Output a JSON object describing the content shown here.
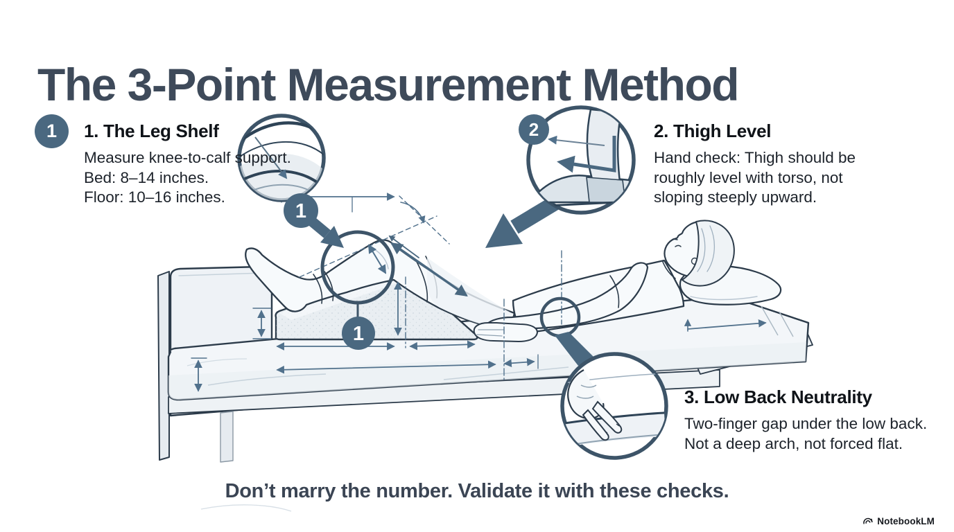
{
  "title": "The 3-Point Measurement Method",
  "sections": {
    "s1": {
      "badge": "1",
      "heading": "1. The Leg Shelf",
      "line1": "Measure knee-to-calf support.",
      "line2": "Bed: 8–14 inches.",
      "line3": "Floor: 10–16 inches."
    },
    "s2": {
      "heading": "2. Thigh Level",
      "line1": "Hand check: Thigh should be",
      "line2": "roughly level with torso, not",
      "line3": "sloping steeply upward."
    },
    "s3": {
      "heading": "3. Low Back Neutrality",
      "line1": "Two-finger gap under the low back.",
      "line2": "Not a deep arch, not forced flat."
    }
  },
  "caption": "Don’t marry the number. Validate it with these checks.",
  "branding": {
    "logo_text": "NotebookLM"
  },
  "diagram": {
    "magnifier1_badge": "1",
    "knee_badge": "1",
    "magnifier2_badge": "2",
    "colors": {
      "accent": "#4a6880",
      "outline": "#2c3b4a",
      "dimension": "#51718c",
      "title": "#3e4a5a"
    }
  }
}
